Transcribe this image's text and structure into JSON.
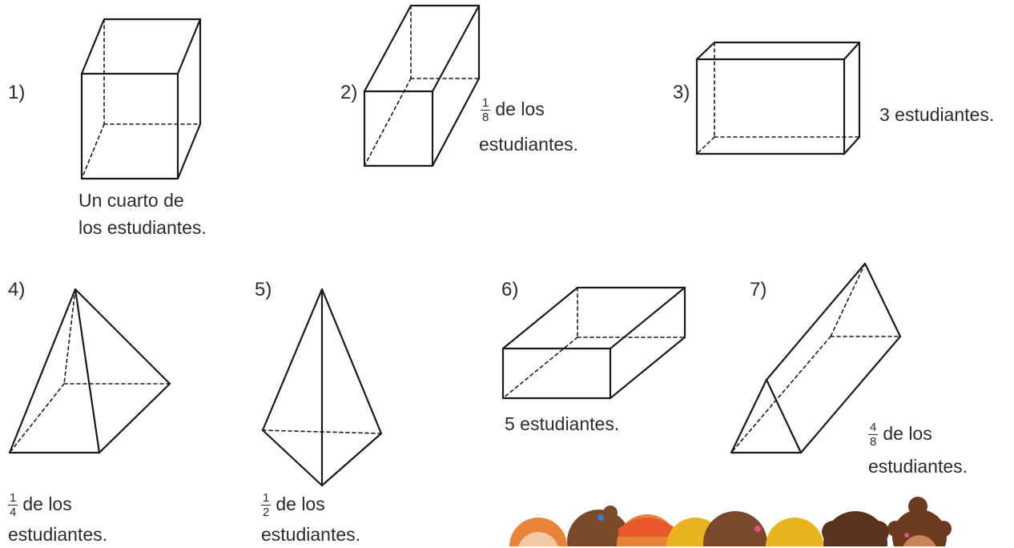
{
  "colors": {
    "line": "#1a1a1a",
    "text": "#2b2b2b",
    "hair_orange": "#e8833a",
    "hair_brown": "#7a4a2a",
    "hair_blonde": "#e9b320",
    "hair_dark": "#5a3320",
    "skin": "#f3c9a5"
  },
  "figures": [
    {
      "id": "1",
      "label": "1)",
      "shape": "cube",
      "caption": [
        "Un cuarto de",
        "los estudiantes."
      ]
    },
    {
      "id": "2",
      "label": "2)",
      "shape": "tall-rectangular-prism",
      "fraction": {
        "num": "1",
        "den": "8"
      },
      "caption": [
        "de los",
        "estudiantes."
      ]
    },
    {
      "id": "3",
      "label": "3)",
      "shape": "wide-rectangular-prism",
      "caption": [
        "3 estudiantes."
      ]
    },
    {
      "id": "4",
      "label": "4)",
      "shape": "square-pyramid",
      "fraction": {
        "num": "1",
        "den": "4"
      },
      "caption": [
        "de los",
        "estudiantes."
      ]
    },
    {
      "id": "5",
      "label": "5)",
      "shape": "triangular-pyramid",
      "fraction": {
        "num": "1",
        "den": "2"
      },
      "caption": [
        "de los",
        "estudiantes."
      ]
    },
    {
      "id": "6",
      "label": "6)",
      "shape": "flat-rectangular-prism",
      "caption": [
        "5 estudiantes."
      ]
    },
    {
      "id": "7",
      "label": "7)",
      "shape": "triangular-prism",
      "fraction": {
        "num": "4",
        "den": "8"
      },
      "caption": [
        "de los",
        "estudiantes."
      ]
    }
  ],
  "decoration": {
    "name": "children-illustration"
  }
}
